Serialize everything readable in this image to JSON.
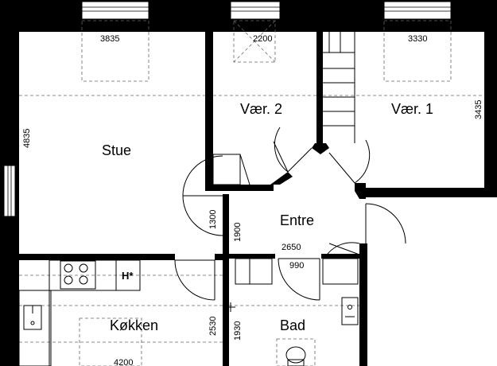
{
  "rooms": {
    "stue": "Stue",
    "vaer2": "Vær. 2",
    "vaer1": "Vær. 1",
    "entre": "Entre",
    "koekken": "Køkken",
    "bad": "Bad"
  },
  "dimensions": {
    "stue_width": "3835",
    "vaer2_width": "2200",
    "vaer1_width": "3330",
    "vaer1_depth": "3435",
    "stue_depth": "4835",
    "door_1300": "1300",
    "door_1900": "1900",
    "entre_width": "2650",
    "bad_door": "990",
    "koekken_depth": "2530",
    "bad_depth": "1930",
    "koekken_width": "4200"
  },
  "kitchen": {
    "hood_label": "H*"
  },
  "colors": {
    "wall": "#000000",
    "background": "#ffffff",
    "dashed": "#666666"
  }
}
